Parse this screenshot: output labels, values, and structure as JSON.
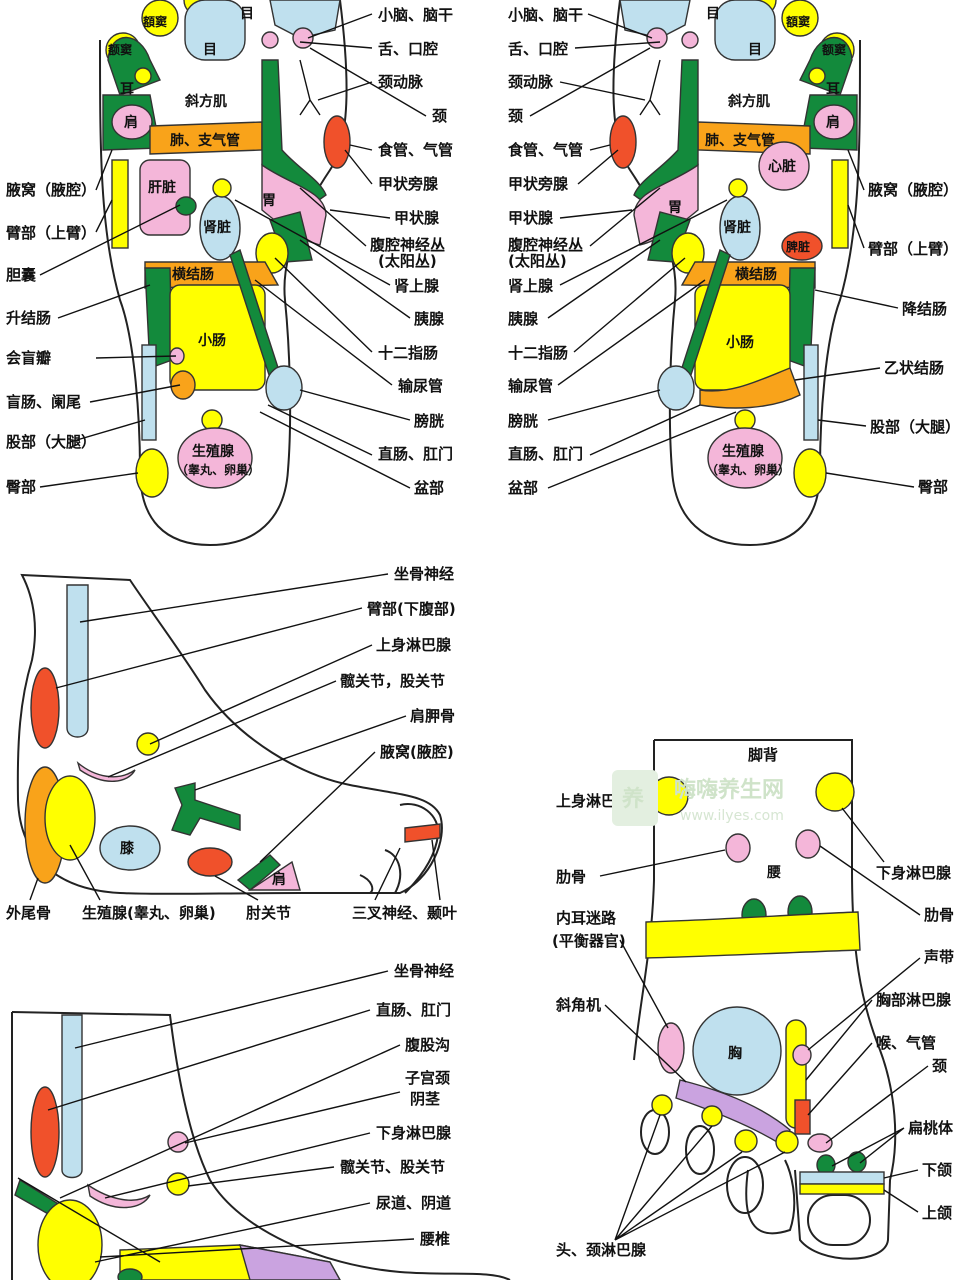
{
  "colors": {
    "yellow": "#ffff00",
    "green": "#138a3c",
    "pink": "#f4b6d9",
    "lightblue": "#bfe0ee",
    "orange": "#f9a31a",
    "red": "#f0512b",
    "purple": "#caa3e0",
    "outline": "#222222"
  },
  "sole_left": {
    "inner": {
      "e1": "額窦",
      "e2": "额窦",
      "eye": "目",
      "ear": "耳",
      "eye2": "目",
      "trap": "斜方肌",
      "shoulder": "肩",
      "lung": "肺、支气管",
      "liver": "肝脏",
      "kidney": "肾脏",
      "stomach": "胃",
      "colon": "横结肠",
      "small_int": "小肠",
      "genital": "生殖腺",
      "genital_sub": "（睾丸、卵巢）"
    },
    "labels_left": [
      "腋窝（腋腔）",
      "臂部（上臂）",
      "胆囊",
      "升结肠",
      "会盲瓣",
      "盲肠、阑尾",
      "股部（大腿）",
      "臀部"
    ],
    "labels_right": [
      "小脑、脑干",
      "舌、口腔",
      "颈动脉",
      "颈",
      "食管、气管",
      "甲状旁腺",
      "甲状腺",
      "腹腔神经丛",
      "(太阳丛)",
      "肾上腺",
      "胰腺",
      "十二指肠",
      "输尿管",
      "膀胱",
      "直肠、肛门",
      "盆部"
    ]
  },
  "sole_right": {
    "inner": {
      "e1": "額窦",
      "e2": "额窦",
      "eye": "目",
      "ear": "耳",
      "eye2": "目",
      "trap": "斜方肌",
      "shoulder": "肩",
      "lung": "肺、支气管",
      "heart": "心脏",
      "kidney": "肾脏",
      "stomach": "胃",
      "spleen": "脾脏",
      "colon": "横结肠",
      "small_int": "小肠",
      "genital": "生殖腺",
      "genital_sub": "（睾丸、卵巢）"
    },
    "labels_left": [
      "小脑、脑干",
      "舌、口腔",
      "颈动脉",
      "颈",
      "食管、气管",
      "甲状旁腺",
      "甲状腺",
      "腹腔神经丛",
      "(太阳丛)",
      "肾上腺",
      "胰腺",
      "十二指肠",
      "输尿管",
      "膀胱",
      "直肠、肛门",
      "盆部"
    ],
    "labels_right": [
      "腋窝（腋腔）",
      "臂部（上臂）",
      "降结肠",
      "乙状结肠",
      "股部（大腿）",
      "臀部"
    ]
  },
  "lateral": {
    "labels": [
      "坐骨神经",
      "臂部(下腹部)",
      "上身淋巴腺",
      "髋关节，股关节",
      "肩胛骨",
      "腋窝(腋腔)"
    ],
    "bottom": [
      "外尾骨",
      "生殖腺(睾丸、卵巢)",
      "肘关节",
      "三叉神经、颞叶"
    ],
    "inner": {
      "knee": "膝",
      "shoulder": "肩"
    }
  },
  "medial": {
    "labels": [
      "坐骨神经",
      "直肠、肛门",
      "腹股沟",
      "子宫颈",
      "阴茎",
      "下身淋巴腺",
      "髋关节、股关节",
      "尿道、阴道",
      "腰椎"
    ]
  },
  "dorsal": {
    "title": "脚背",
    "inner": {
      "waist": "腰",
      "chest": "胸"
    },
    "labels_left": [
      "上身淋巴腺",
      "肋骨",
      "内耳迷路",
      "(平衡器官)",
      "斜角机",
      "头、颈淋巴腺"
    ],
    "labels_right": [
      "下身淋巴腺",
      "肋骨",
      "声带",
      "胸部淋巴腺",
      "喉、气管",
      "颈",
      "扁桃体",
      "下颌",
      "上颌"
    ]
  },
  "watermark": {
    "name": "嗨嗨养生网",
    "logo": "养",
    "url": "www.ilyes.com"
  }
}
